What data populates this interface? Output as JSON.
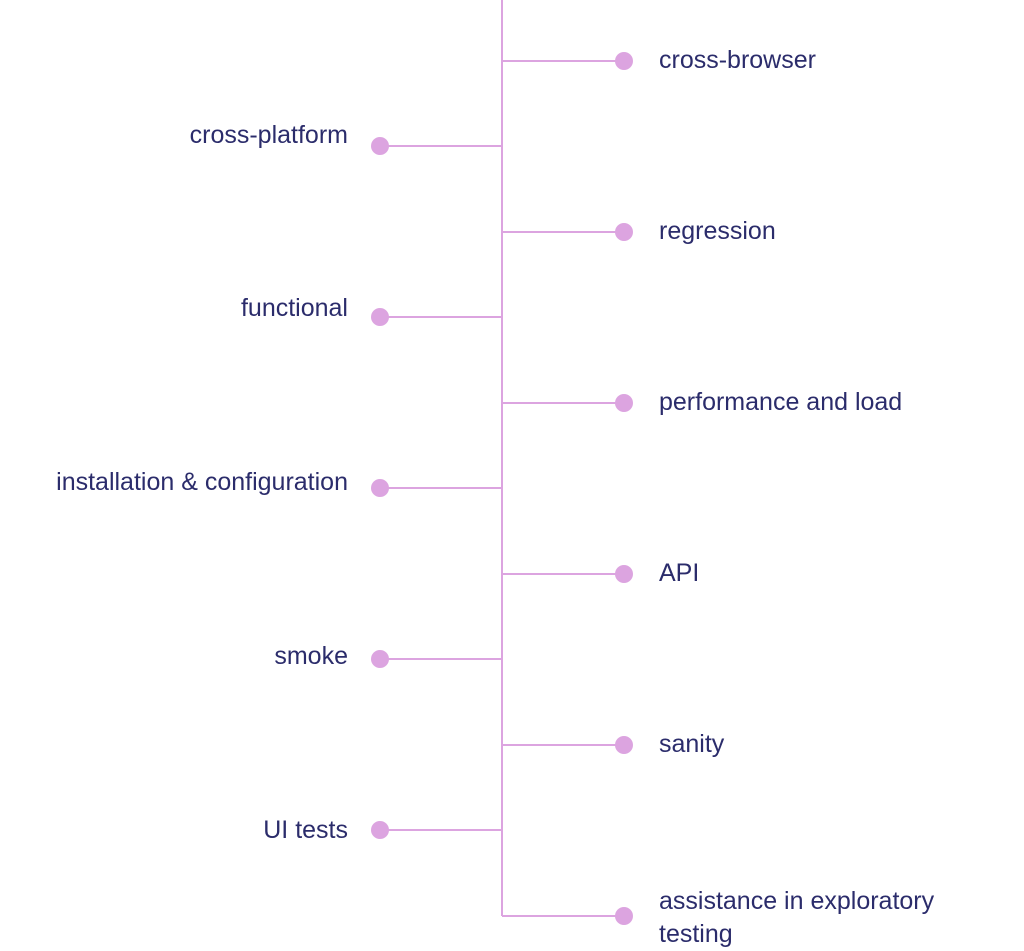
{
  "diagram": {
    "left_items": [
      "cross-platform",
      "functional",
      "installation & configuration",
      "smoke",
      "UI tests"
    ],
    "right_items": [
      "cross-browser",
      "regression",
      "performance and load",
      "API",
      "sanity",
      "assistance in exploratory testing"
    ],
    "colors": {
      "line": "#dca4e0",
      "dot": "#dca4e0",
      "text": "#2b2c6b",
      "background": "#ffffff"
    }
  }
}
